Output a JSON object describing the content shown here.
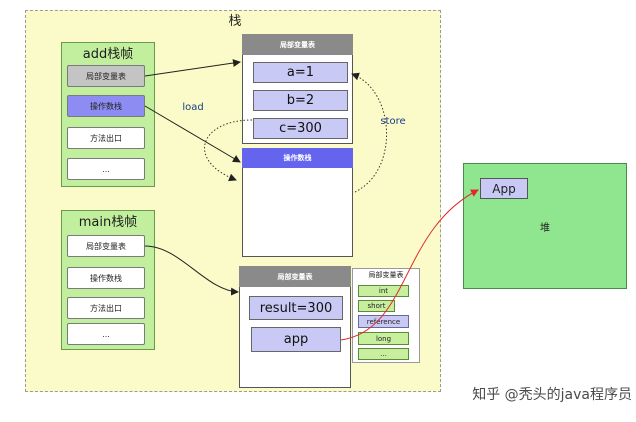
{
  "stack": {
    "title": "栈"
  },
  "add_frame": {
    "title": "add栈帧",
    "slots": [
      "局部变量表",
      "操作数栈",
      "方法出口",
      "..."
    ]
  },
  "main_frame": {
    "title": "main栈帧",
    "slots": [
      "局部变量表",
      "操作数栈",
      "方法出口",
      "..."
    ]
  },
  "add_locals": {
    "title": "局部变量表",
    "cells": [
      "a=1",
      "b=2",
      "c=300"
    ]
  },
  "add_operand": {
    "title": "操作数栈"
  },
  "main_locals": {
    "title": "局部变量表",
    "cells": [
      "result=300",
      "app"
    ]
  },
  "type_legend": {
    "title": "局部变量表",
    "items": [
      "int",
      "short",
      "reference",
      "long",
      "..."
    ]
  },
  "labels": {
    "load": "load",
    "store": "store"
  },
  "heap": {
    "object": "App",
    "label": "堆"
  },
  "watermark": "知乎 @秃头的java程序员",
  "colors": {
    "frame_green": "#c2ef9d",
    "slot_blue": "#8c8cf2",
    "cell_lavender": "#c9c9f6",
    "heap_green": "#8fe68f",
    "stack_yellow": "#fbfbc9",
    "arrow_red": "#e02a2a"
  }
}
